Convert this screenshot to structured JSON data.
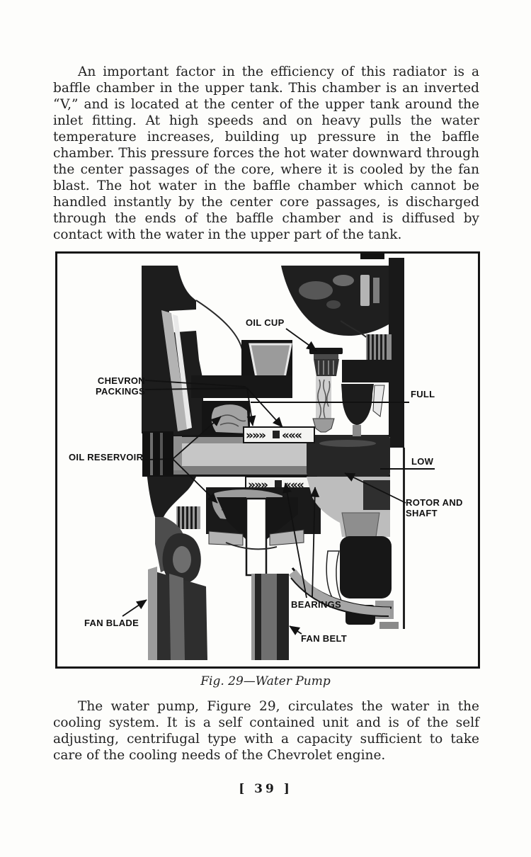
{
  "colors": {
    "paper": "#fdfdfb",
    "ink": "#1f1f1f"
  },
  "paragraphs": {
    "p1": "An important factor in the efficiency of this radiator is a baffle chamber in the upper tank.  This chamber is an inverted “V,” and is located at the center of the upper tank around the inlet fitting.  At high speeds and on heavy pulls the water temperature increases, building up pressure in the baffle chamber.  This pressure forces the hot water downward through the center passages of the core, where it is cooled by the fan blast.  The hot water in the baffle chamber which cannot be handled instantly by the center core passages, is discharged through the ends of the baffle chamber and is diffused by contact with the water in the upper part of the tank.",
    "p2": "The water pump, Figure 29, circulates the water in the cooling system.  It is a self contained unit and is of the self adjusting, centrifugal type with a capacity sufficient to take care of the cooling needs of the Chevrolet engine."
  },
  "figure": {
    "caption": "Fig. 29—Water Pump",
    "labels": {
      "oil_cup": "OIL CUP",
      "chevron_packings": "CHEVRON\nPACKINGS",
      "full": "FULL",
      "oil_reservoir": "OIL RESERVOIR",
      "low": "LOW",
      "rotor_and_shaft": "ROTOR AND\nSHAFT",
      "bearings": "BEARINGS",
      "fan_blade": "FAN BLADE",
      "fan_belt": "FAN BELT"
    }
  },
  "page_number": "[ 39 ]"
}
